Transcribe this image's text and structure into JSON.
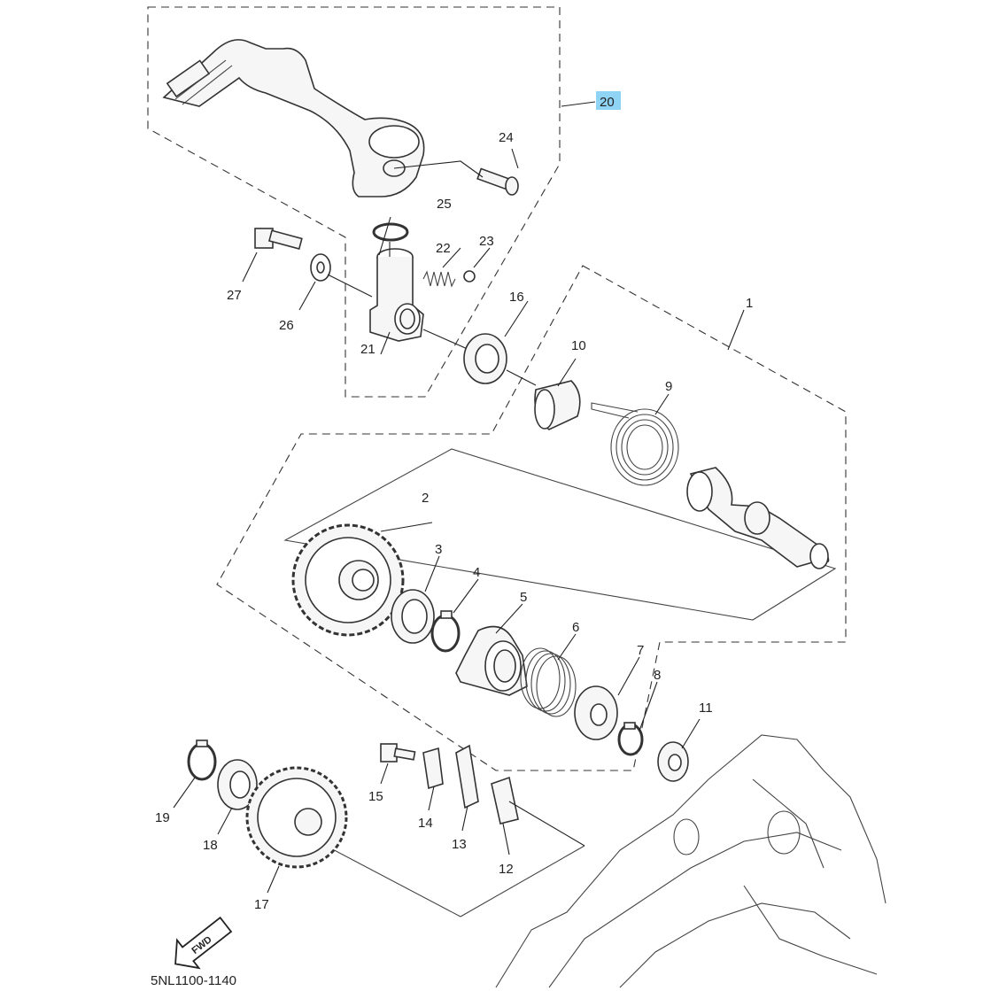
{
  "diagram_code": "5NL1100-1140",
  "highlight_color": "#8fd3f5",
  "fwd_label": "FWD",
  "callouts": {
    "c1": "1",
    "c2": "2",
    "c3": "3",
    "c4": "4",
    "c5": "5",
    "c6": "6",
    "c7": "7",
    "c8": "8",
    "c9": "9",
    "c10": "10",
    "c11": "11",
    "c12": "12",
    "c13": "13",
    "c14": "14",
    "c15": "15",
    "c16": "16",
    "c17": "17",
    "c18": "18",
    "c19": "19",
    "c20": "20",
    "c21": "21",
    "c22": "22",
    "c23": "23",
    "c24": "24",
    "c25": "25",
    "c26": "26",
    "c27": "27"
  }
}
